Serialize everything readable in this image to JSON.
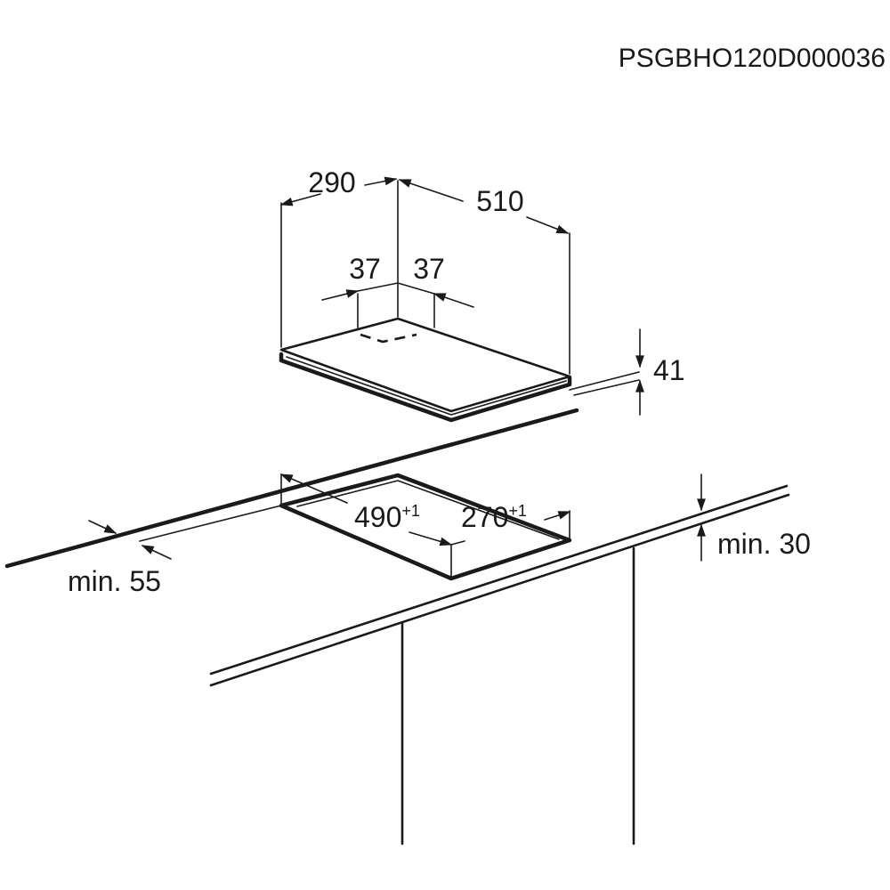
{
  "document_code": "PSGBHO120D000036",
  "dimensions": {
    "depth": "290",
    "width": "510",
    "offset_left": "37",
    "offset_right": "37",
    "height": "41",
    "cutout_width": "490",
    "cutout_width_tol": "+1",
    "cutout_depth": "270",
    "cutout_depth_tol": "+1",
    "min_front": "min. 55",
    "min_below": "min. 30"
  }
}
